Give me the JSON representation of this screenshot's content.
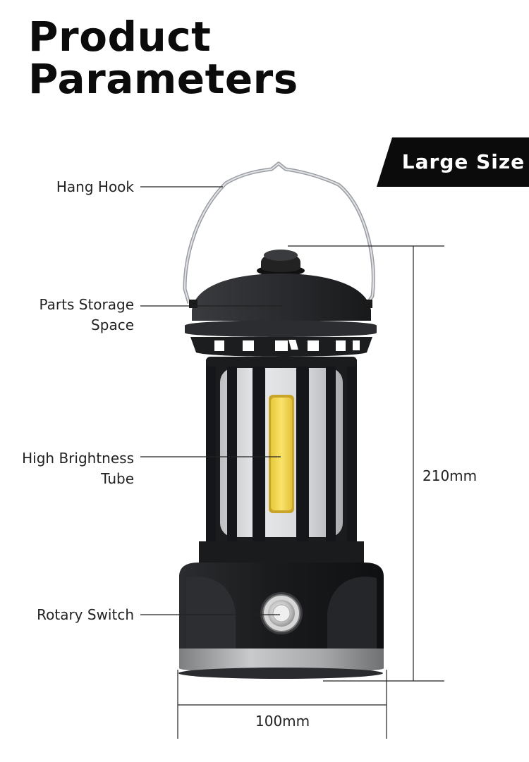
{
  "title": {
    "line1": "Product",
    "line2": "Parameters"
  },
  "badge": {
    "text": "Large Size",
    "color": "#0b0b0b"
  },
  "callouts": {
    "hang_hook": "Hang Hook",
    "storage_line1": "Parts Storage",
    "storage_line2": "Space",
    "tube_line1": "High Brightness",
    "tube_line2": "Tube",
    "rotary_switch": "Rotary Switch"
  },
  "dimensions": {
    "height": "210mm",
    "width": "100mm"
  },
  "colors": {
    "lantern_body": "#1c1d1f",
    "light_tube": "#f3d94a",
    "base_band": "#9a9b9d"
  }
}
